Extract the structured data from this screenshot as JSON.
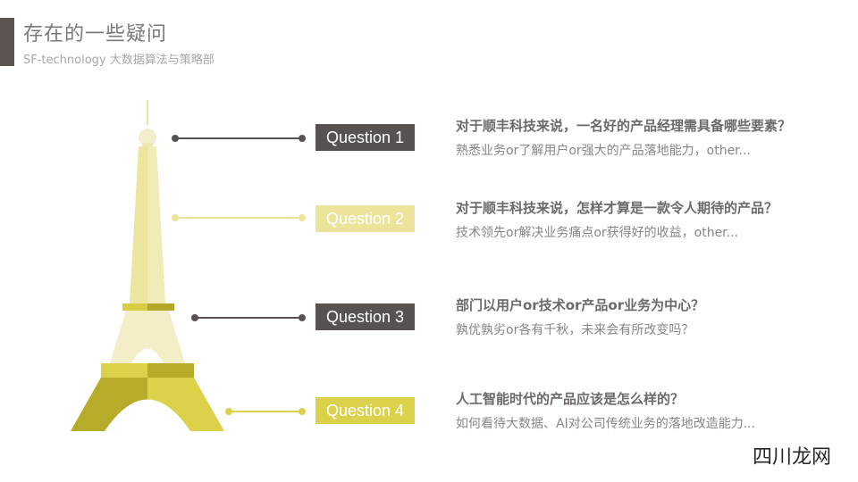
{
  "header": {
    "title": "存在的一些疑问",
    "subtitle": "SF-technology 大数据算法与策略部"
  },
  "colors": {
    "dark": "#575150",
    "yellow_light": "#ebe49a",
    "yellow_mid": "#dcd14a",
    "olive": "#b7ab2a",
    "accent_bar": "#5a5350"
  },
  "questions": [
    {
      "label": "Question 1",
      "title": "对于顺丰科技来说，一名好的产品经理需具备哪些要素？",
      "desc": "熟悉业务or了解用户or强大的产品落地能力，other..."
    },
    {
      "label": "Question 2",
      "title": "对于顺丰科技来说，怎样才算是一款令人期待的产品？",
      "desc": "技术领先or解决业务痛点or获得好的收益，other..."
    },
    {
      "label": "Question 3",
      "title": "部门以用户or技术or产品or业务为中心？",
      "desc": "孰优孰劣or各有千秋，未来会有所改变吗？"
    },
    {
      "label": "Question 4",
      "title": "人工智能时代的产品应该是怎么样的？",
      "desc": "如何看待大数据、AI对公司传统业务的落地改造能力..."
    }
  ],
  "watermark": "四川龙网"
}
